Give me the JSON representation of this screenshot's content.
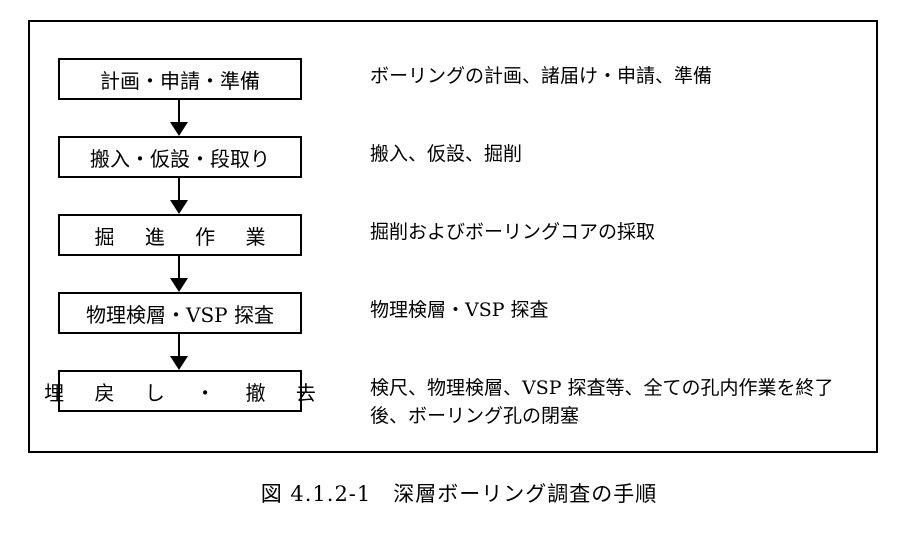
{
  "steps": [
    {
      "label": "計画・申請・準備",
      "description": "ボーリングの計画、諸届け・申請、準備"
    },
    {
      "label": "搬入・仮設・段取り",
      "description": "搬入、仮設、掘削"
    },
    {
      "label": "掘 進 作 業",
      "description": "掘削およびボーリングコアの採取"
    },
    {
      "label": "物理検層・VSP 探査",
      "description": "物理検層・VSP 探査"
    },
    {
      "label": "埋 戻 し ・ 撤 去",
      "description": "検尺、物理検層、VSP 探査等、全ての孔内作業を終了後、ボーリング孔の閉塞"
    }
  ],
  "caption": "図 4.1.2-1　深層ボーリング調査の手順"
}
